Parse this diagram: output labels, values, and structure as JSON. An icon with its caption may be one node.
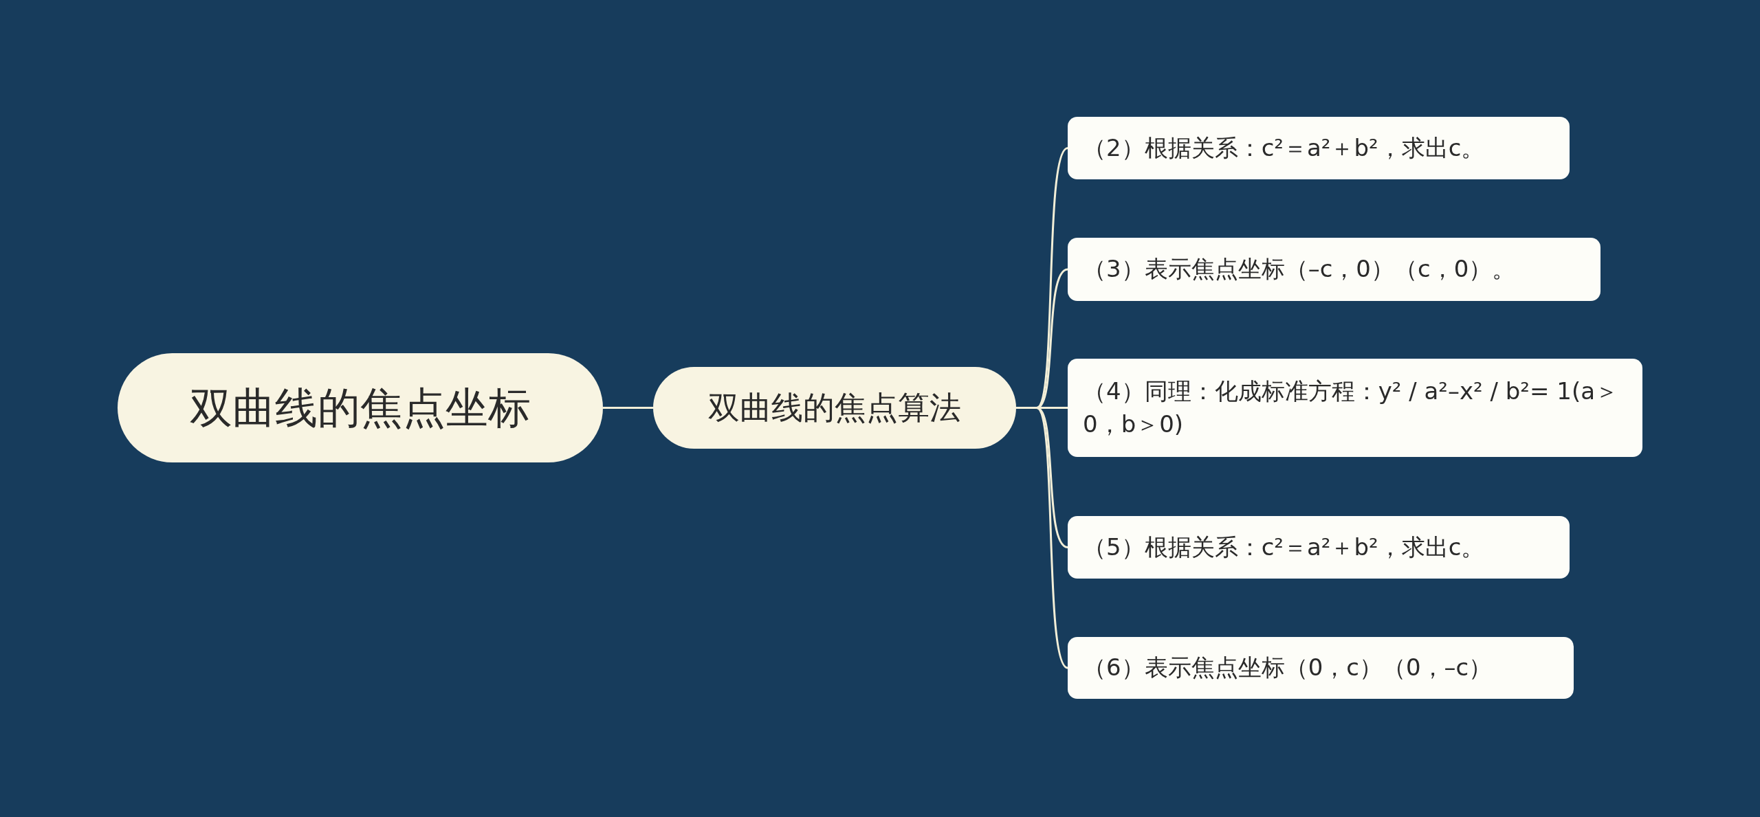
{
  "diagram": {
    "nodes": [
      {
        "text": [
          "双曲线的焦点坐标"
        ]
      },
      {
        "text": [
          "双曲线的焦点算法"
        ]
      },
      {
        "text": [
          "（2）根据关系：c²＝a²＋b²，求出c。"
        ]
      },
      {
        "text": [
          "（3）表示焦点坐标（–c，0）（c，0）。"
        ]
      },
      {
        "text": [
          "（4）同理：化成标准方程：y² / a²–x² / b²= 1(a＞0，b＞0)"
        ]
      },
      {
        "text": [
          "（5）根据关系：c²＝a²＋b²，求出c。"
        ]
      },
      {
        "text": [
          "（6）表示焦点坐标（0，c）（0，–c）"
        ]
      }
    ],
    "edges": [
      {
        "from": 0,
        "to": 1,
        "arrow": "none"
      },
      {
        "from": 1,
        "to": 2,
        "arrow": "none"
      },
      {
        "from": 1,
        "to": 3,
        "arrow": "none"
      },
      {
        "from": 1,
        "to": 4,
        "arrow": "none"
      },
      {
        "from": 1,
        "to": 5,
        "arrow": "none"
      },
      {
        "from": 1,
        "to": 6,
        "arrow": "none"
      }
    ]
  }
}
